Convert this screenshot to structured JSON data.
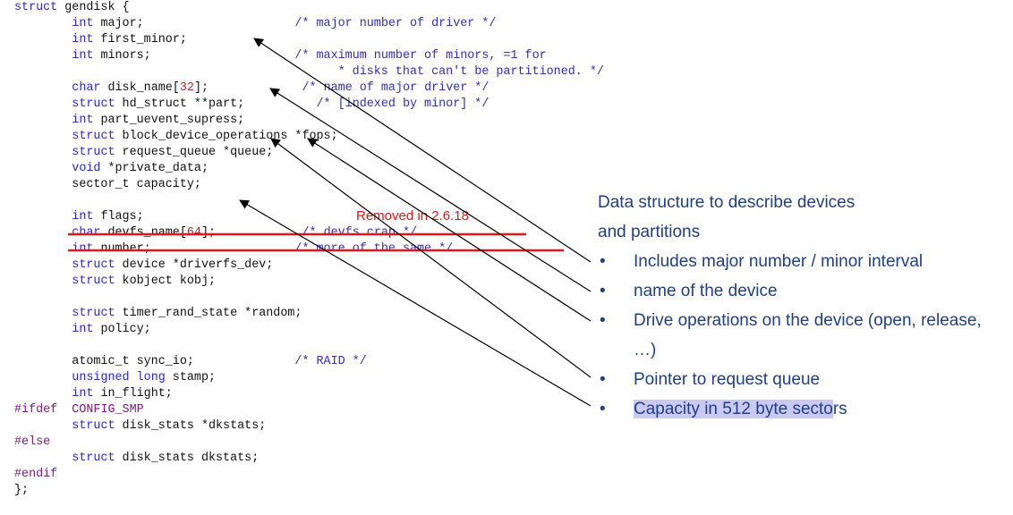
{
  "code_lines": [
    {
      "tokens": [
        {
          "t": "kw",
          "v": "struct"
        },
        {
          "t": "plain",
          "v": " gendisk {"
        }
      ]
    },
    {
      "tokens": [
        {
          "t": "plain",
          "v": "        "
        },
        {
          "t": "kw",
          "v": "int"
        },
        {
          "t": "plain",
          "v": " major;                     "
        },
        {
          "t": "cm",
          "v": "/* major number of driver */"
        }
      ]
    },
    {
      "tokens": [
        {
          "t": "plain",
          "v": "        "
        },
        {
          "t": "kw",
          "v": "int"
        },
        {
          "t": "plain",
          "v": " first_minor;"
        }
      ]
    },
    {
      "tokens": [
        {
          "t": "plain",
          "v": "        "
        },
        {
          "t": "kw",
          "v": "int"
        },
        {
          "t": "plain",
          "v": " minors;                    "
        },
        {
          "t": "cm",
          "v": "/* maximum number of minors, =1 for"
        }
      ]
    },
    {
      "tokens": [
        {
          "t": "plain",
          "v": "                                            "
        },
        {
          "t": "cm",
          "v": " * disks that can't be partitioned. */"
        }
      ]
    },
    {
      "tokens": [
        {
          "t": "plain",
          "v": "        "
        },
        {
          "t": "kw",
          "v": "char"
        },
        {
          "t": "plain",
          "v": " disk_name["
        },
        {
          "t": "num",
          "v": "32"
        },
        {
          "t": "plain",
          "v": "];             "
        },
        {
          "t": "cm",
          "v": "/* name of major driver */"
        }
      ]
    },
    {
      "tokens": [
        {
          "t": "plain",
          "v": "        "
        },
        {
          "t": "kw",
          "v": "struct"
        },
        {
          "t": "plain",
          "v": " hd_struct **part;          "
        },
        {
          "t": "cm",
          "v": "/* [indexed by minor] */"
        }
      ]
    },
    {
      "tokens": [
        {
          "t": "plain",
          "v": "        "
        },
        {
          "t": "kw",
          "v": "int"
        },
        {
          "t": "plain",
          "v": " part_uevent_supress;"
        }
      ]
    },
    {
      "tokens": [
        {
          "t": "plain",
          "v": "        "
        },
        {
          "t": "kw",
          "v": "struct"
        },
        {
          "t": "plain",
          "v": " block_device_operations *fops;"
        }
      ]
    },
    {
      "tokens": [
        {
          "t": "plain",
          "v": "        "
        },
        {
          "t": "kw",
          "v": "struct"
        },
        {
          "t": "plain",
          "v": " request_queue *queue;"
        }
      ]
    },
    {
      "tokens": [
        {
          "t": "plain",
          "v": "        "
        },
        {
          "t": "kw",
          "v": "void"
        },
        {
          "t": "plain",
          "v": " *private_data;"
        }
      ]
    },
    {
      "tokens": [
        {
          "t": "plain",
          "v": "        sector_t capacity;"
        }
      ]
    },
    {
      "tokens": [
        {
          "t": "plain",
          "v": ""
        }
      ]
    },
    {
      "tokens": [
        {
          "t": "plain",
          "v": "        "
        },
        {
          "t": "kw",
          "v": "int"
        },
        {
          "t": "plain",
          "v": " flags;"
        }
      ]
    },
    {
      "tokens": [
        {
          "t": "plain",
          "v": "        "
        },
        {
          "t": "kw",
          "v": "char"
        },
        {
          "t": "plain",
          "v": " devfs_name["
        },
        {
          "t": "num",
          "v": "64"
        },
        {
          "t": "plain",
          "v": "];            "
        },
        {
          "t": "cm",
          "v": "/* devfs crap */"
        }
      ]
    },
    {
      "tokens": [
        {
          "t": "plain",
          "v": "        "
        },
        {
          "t": "kw",
          "v": "int"
        },
        {
          "t": "plain",
          "v": " number;                    "
        },
        {
          "t": "cm",
          "v": "/* more of the same */"
        }
      ]
    },
    {
      "tokens": [
        {
          "t": "plain",
          "v": "        "
        },
        {
          "t": "kw",
          "v": "struct"
        },
        {
          "t": "plain",
          "v": " device *driverfs_dev;"
        }
      ]
    },
    {
      "tokens": [
        {
          "t": "plain",
          "v": "        "
        },
        {
          "t": "kw",
          "v": "struct"
        },
        {
          "t": "plain",
          "v": " kobject kobj;"
        }
      ]
    },
    {
      "tokens": [
        {
          "t": "plain",
          "v": ""
        }
      ]
    },
    {
      "tokens": [
        {
          "t": "plain",
          "v": "        "
        },
        {
          "t": "kw",
          "v": "struct"
        },
        {
          "t": "plain",
          "v": " timer_rand_state *random;"
        }
      ]
    },
    {
      "tokens": [
        {
          "t": "plain",
          "v": "        "
        },
        {
          "t": "kw",
          "v": "int"
        },
        {
          "t": "plain",
          "v": " policy;"
        }
      ]
    },
    {
      "tokens": [
        {
          "t": "plain",
          "v": ""
        }
      ]
    },
    {
      "tokens": [
        {
          "t": "plain",
          "v": "        atomic_t sync_io;              "
        },
        {
          "t": "cm",
          "v": "/* RAID */"
        }
      ]
    },
    {
      "tokens": [
        {
          "t": "plain",
          "v": "        "
        },
        {
          "t": "kw",
          "v": "unsigned long"
        },
        {
          "t": "plain",
          "v": " stamp;"
        }
      ]
    },
    {
      "tokens": [
        {
          "t": "plain",
          "v": "        "
        },
        {
          "t": "kw",
          "v": "int"
        },
        {
          "t": "plain",
          "v": " in_flight;"
        }
      ]
    },
    {
      "tokens": [
        {
          "t": "pp",
          "v": "#ifdef"
        },
        {
          "t": "plain",
          "v": "  "
        },
        {
          "t": "pp",
          "v": "CONFIG_SMP"
        }
      ]
    },
    {
      "tokens": [
        {
          "t": "plain",
          "v": "        "
        },
        {
          "t": "kw",
          "v": "struct"
        },
        {
          "t": "plain",
          "v": " disk_stats *dkstats;"
        }
      ]
    },
    {
      "tokens": [
        {
          "t": "pp",
          "v": "#else"
        }
      ]
    },
    {
      "tokens": [
        {
          "t": "plain",
          "v": "        "
        },
        {
          "t": "kw",
          "v": "struct"
        },
        {
          "t": "plain",
          "v": " disk_stats dkstats;"
        }
      ]
    },
    {
      "tokens": [
        {
          "t": "pp",
          "v": "#endif"
        }
      ]
    },
    {
      "tokens": [
        {
          "t": "plain",
          "v": "};"
        }
      ]
    }
  ],
  "removed_label": "Removed in 2.6.18",
  "explanation": {
    "heading_line1": "Data structure to describe devices",
    "heading_line2": "and partitions",
    "bullet_symbol": "•",
    "bullets": [
      {
        "text": "Includes major number / minor interval"
      },
      {
        "text": "name of the device"
      },
      {
        "text": "Drive operations on the device (open, release, …)"
      },
      {
        "text": "Pointer to request queue"
      },
      {
        "text_highlighted": "Capacity in 512 byte secto",
        "text_rest": "rs"
      }
    ]
  },
  "colors": {
    "keyword": "#2b2bd0",
    "comment": "#3030b8",
    "preprocessor": "#7a1a7a",
    "number": "#b03030",
    "strike": "#e01818",
    "explanation_text": "#1f3f86",
    "highlight": "#c9c9f2",
    "arrow": "#000000"
  }
}
